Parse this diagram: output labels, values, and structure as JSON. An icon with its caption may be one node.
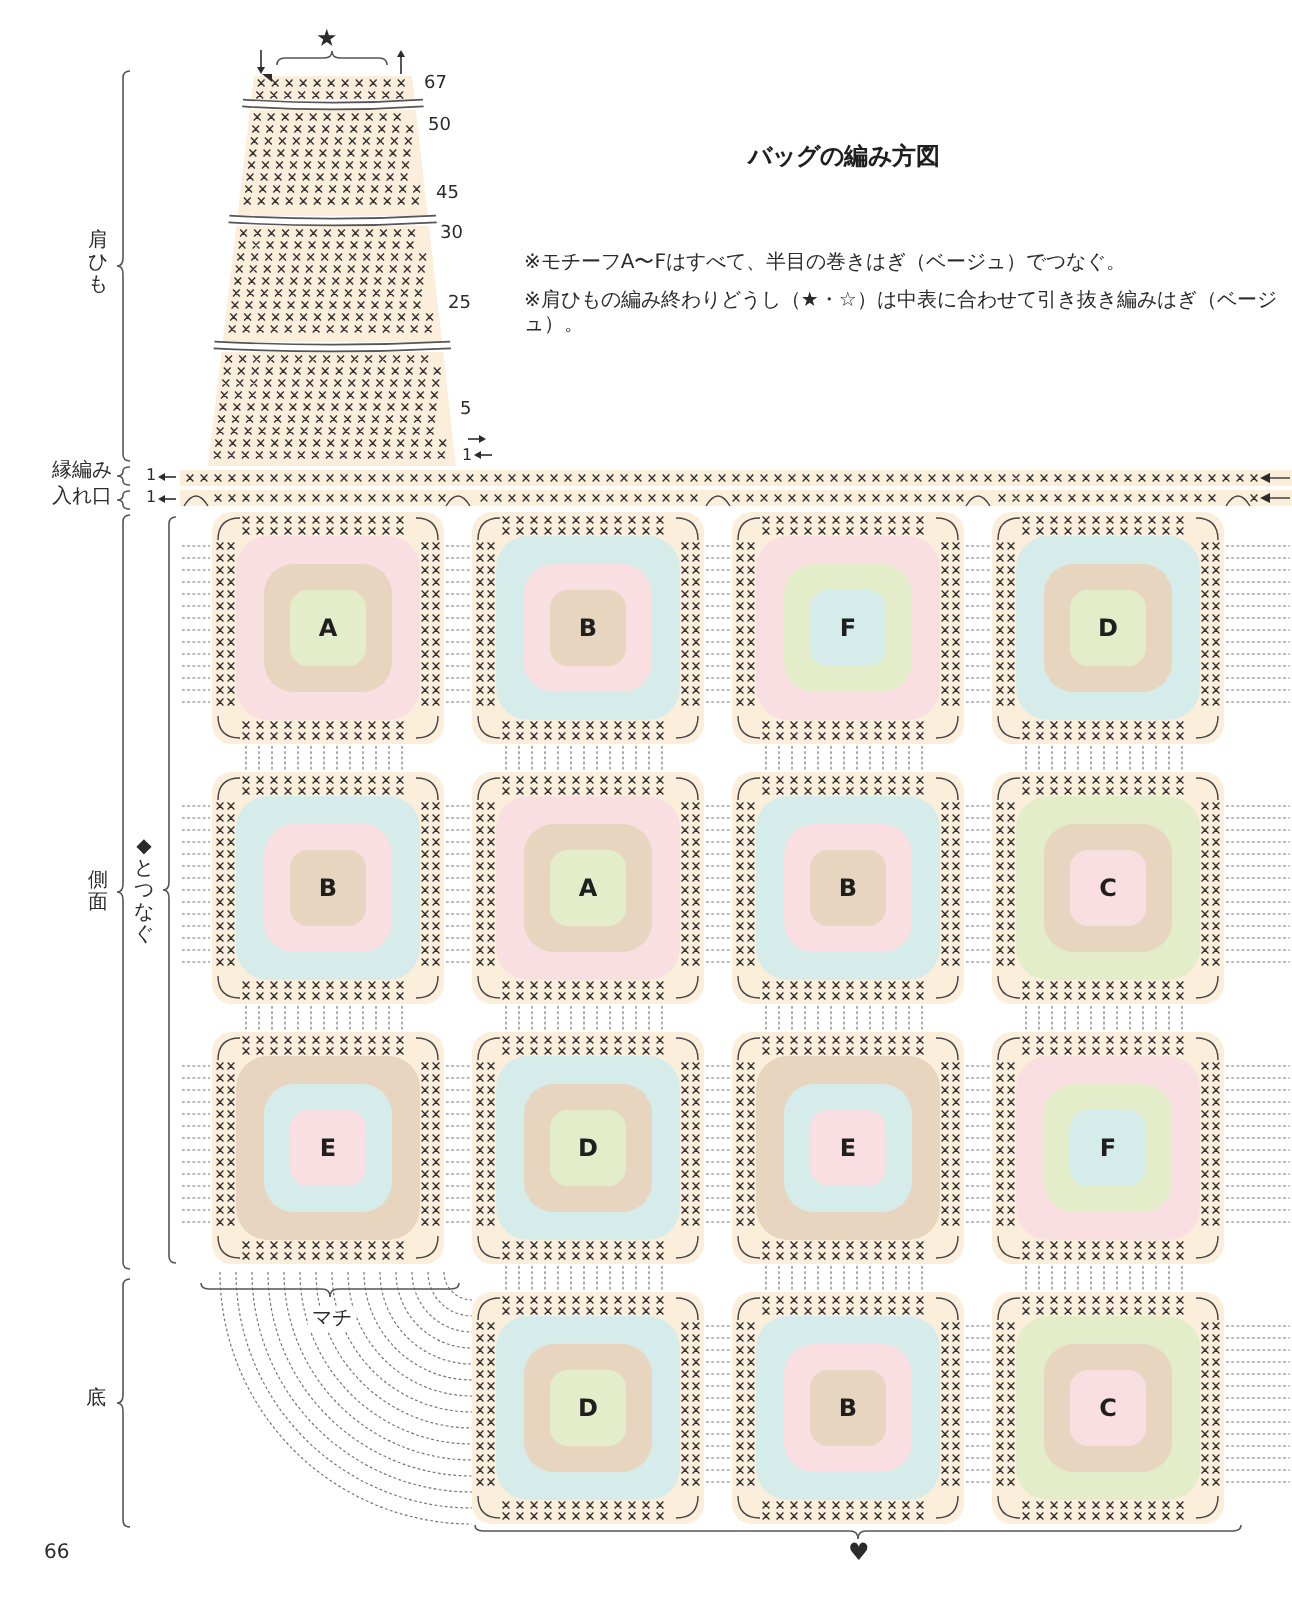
{
  "diagram": {
    "title": "バッグの編み方図",
    "nodes": [
      {
        "text": [
          "A"
        ]
      },
      {
        "text": [
          "B"
        ]
      },
      {
        "text": [
          "F"
        ]
      },
      {
        "text": [
          "D"
        ]
      },
      {
        "text": [
          "B"
        ]
      },
      {
        "text": [
          "A"
        ]
      },
      {
        "text": [
          "B"
        ]
      },
      {
        "text": [
          "C"
        ]
      },
      {
        "text": [
          "E"
        ]
      },
      {
        "text": [
          "D"
        ]
      },
      {
        "text": [
          "E"
        ]
      },
      {
        "text": [
          "F"
        ]
      },
      {
        "text": [
          "D"
        ]
      },
      {
        "text": [
          "B"
        ]
      },
      {
        "text": [
          "C"
        ]
      }
    ],
    "labels": [
      "★",
      "67",
      "50",
      "45",
      "30",
      "肩ひも",
      "※モチーフA〜Fはすべて、半目の巻きはぎ（ベージュ）でつなぐ。",
      "※肩ひもの編み終わりどうし（★・☆）は中表に合わせて引き抜き編みはぎ（ベージュ）。",
      "25",
      "5",
      "1",
      "縁編み",
      "1",
      "入れ口",
      "1",
      "側面",
      "◆とつなぐ",
      "マチ",
      "底",
      "♥",
      "66"
    ]
  }
}
